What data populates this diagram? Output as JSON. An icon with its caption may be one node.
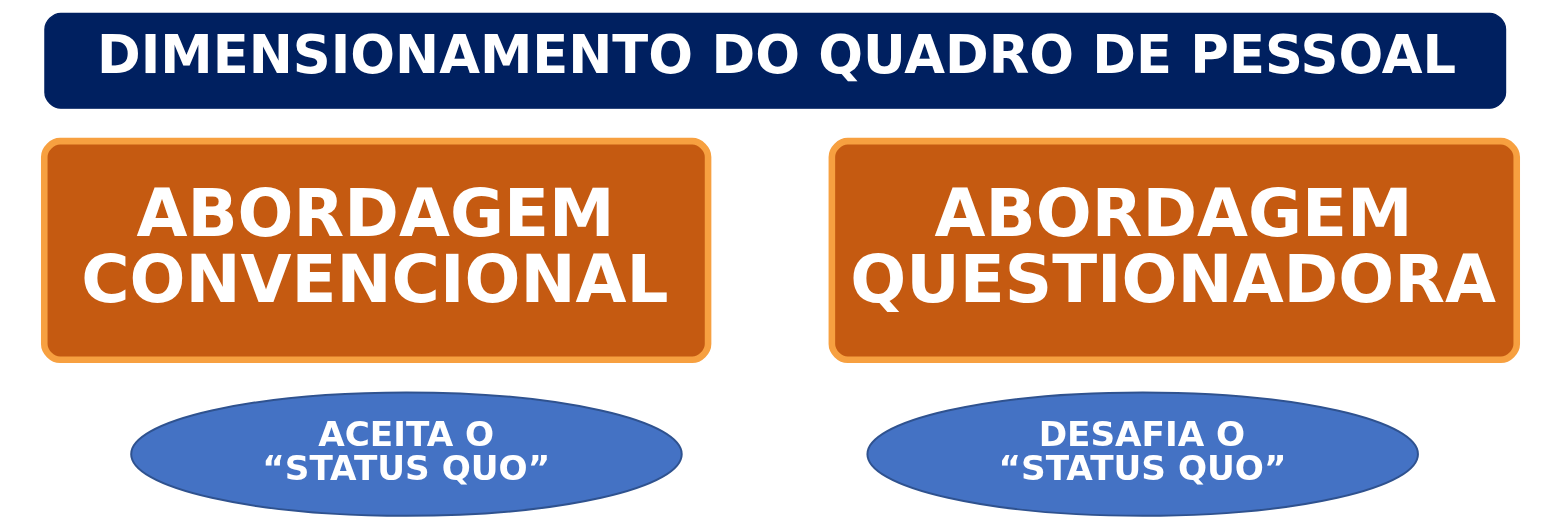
{
  "diagram": {
    "nodes": [
      {
        "text": [
          "DIMENSIONAMENTO DO QUADRO DE PESSOAL"
        ]
      },
      {
        "text": [
          "ABORDAGEM CONVENCIONAL"
        ]
      },
      {
        "text": [
          "ABORDAGEM QUESTIONADORA"
        ]
      },
      {
        "text": [
          "ACEITA O “STATUS QUO”"
        ]
      },
      {
        "text": [
          "DESAFIA O “STATUS QUO”"
        ]
      }
    ]
  }
}
